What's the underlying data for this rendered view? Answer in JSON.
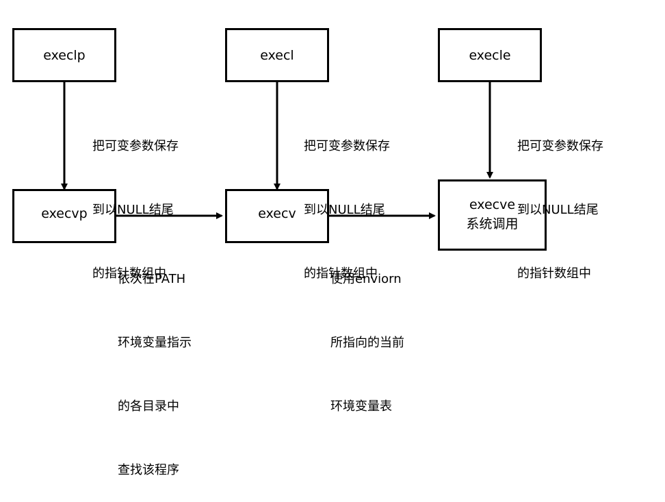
{
  "nodes": {
    "execlp": "execlp",
    "execl": "execl",
    "execle": "execle",
    "execvp": "execvp",
    "execv": "execv",
    "execve": "execve",
    "execve_sub": "系统调用"
  },
  "notes": {
    "pack_args_1": [
      "把可变参数保存",
      "到以NULL结尾",
      "的指针数组中"
    ],
    "pack_args_2": [
      "把可变参数保存",
      "到以NULL结尾",
      "的指针数组中"
    ],
    "pack_args_3": [
      "把可变参数保存",
      "到以NULL结尾",
      "的指针数组中"
    ],
    "path_search": [
      "依次在PATH",
      "环境变量指示",
      "的各目录中",
      "查找该程序"
    ],
    "use_environ": [
      "使用enviorn",
      "所指向的当前",
      "环境变量表"
    ]
  }
}
